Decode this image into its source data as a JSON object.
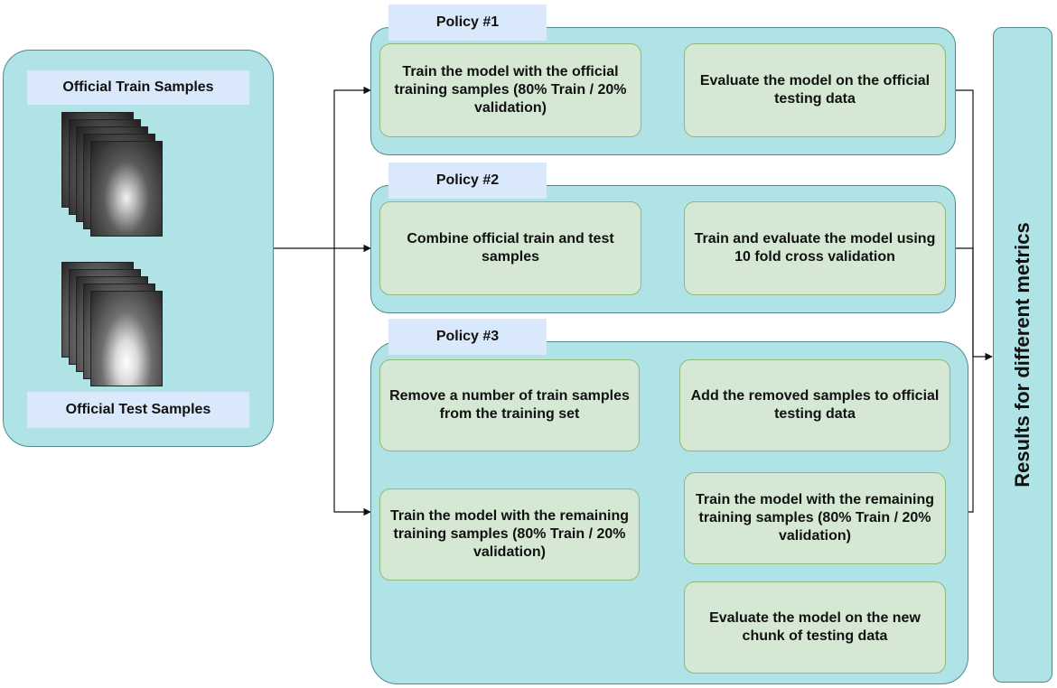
{
  "source": {
    "train_label": "Official Train Samples",
    "test_label": "Official Test Samples",
    "train_image_icon": "chest-xray-stack",
    "test_image_icon": "chest-xray-stack"
  },
  "policies": [
    {
      "tag": "Policy #1",
      "steps": [
        "Train the model with the official training samples (80% Train / 20% validation)",
        "Evaluate the model on the official testing data"
      ]
    },
    {
      "tag": "Policy #2",
      "steps": [
        "Combine official train and test samples",
        "Train and evaluate the model using 10 fold cross validation"
      ]
    },
    {
      "tag": "Policy #3",
      "steps": [
        "Remove a number of train samples from the training set",
        "Add the removed samples to official testing data",
        "Train the model with the remaining training samples (80% Train / 20% validation)",
        "Train the model with the remaining training samples (80% Train / 20% validation)",
        "Evaluate the model on the new chunk of testing data"
      ]
    }
  ],
  "results_label": "Results for different metrics",
  "colors": {
    "panel": "#b0e3e6",
    "box": "#d5e8d4",
    "tag": "#dae8fc"
  }
}
